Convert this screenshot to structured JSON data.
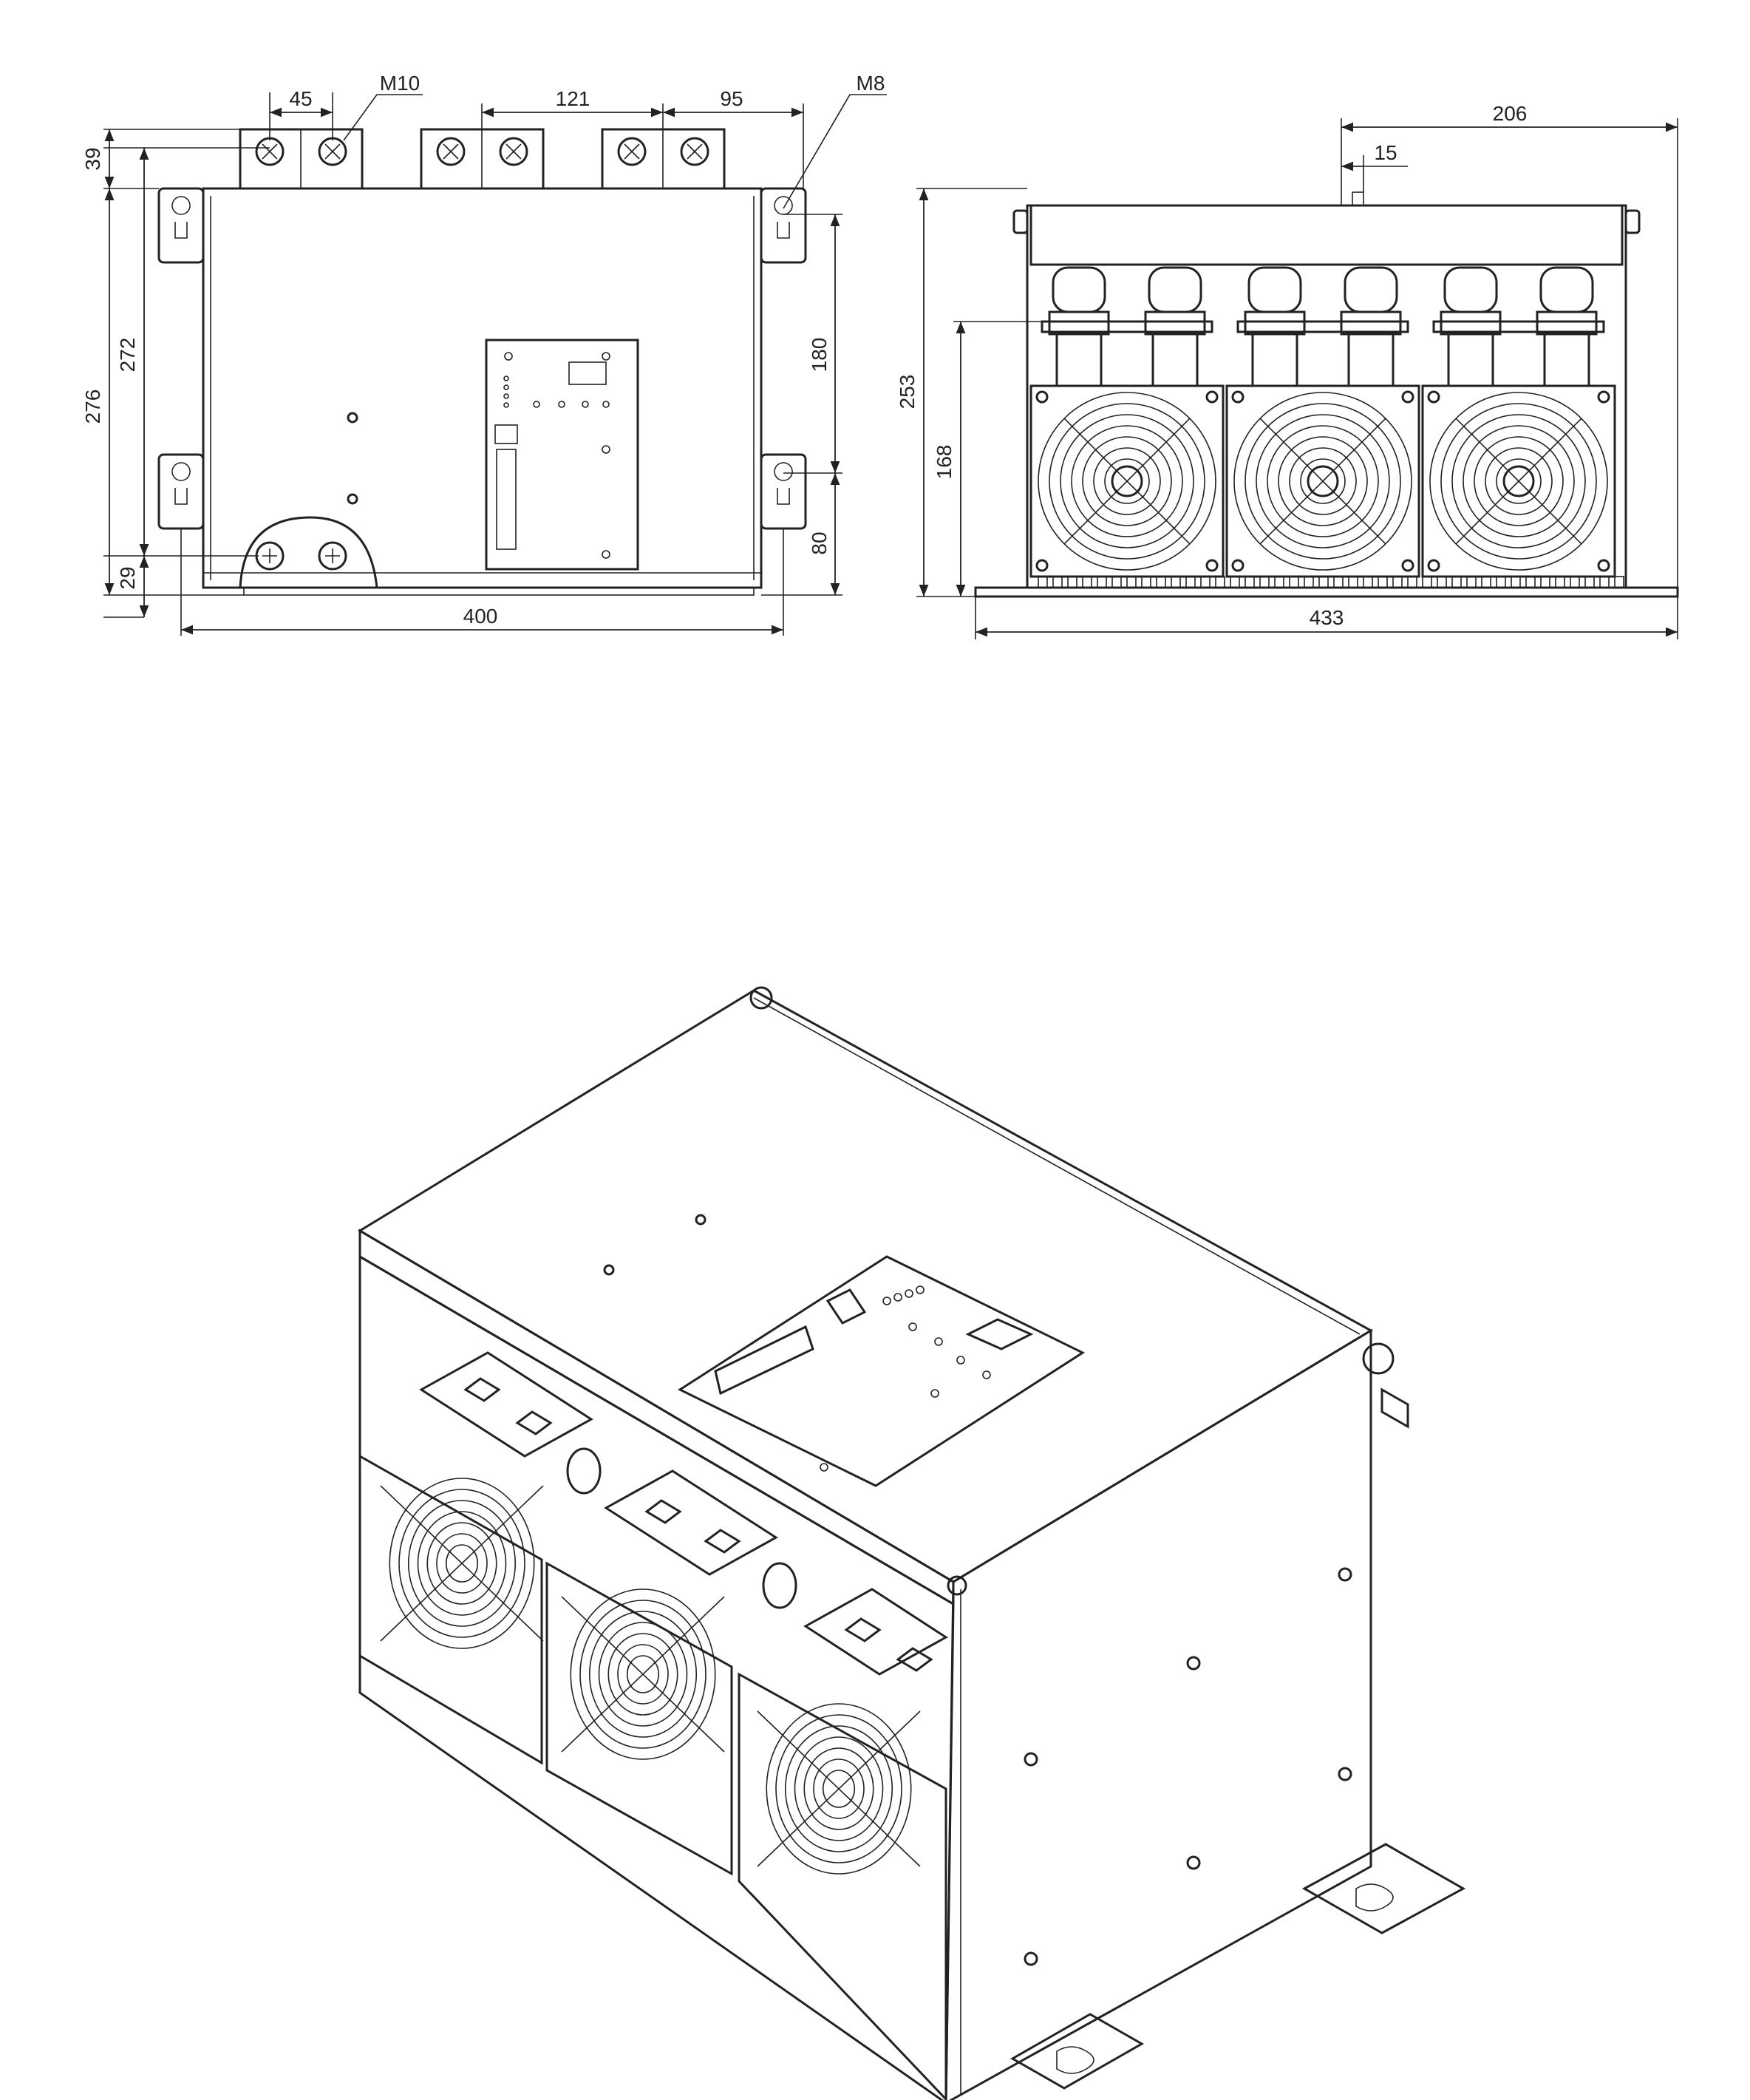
{
  "front_view": {
    "dimensions": {
      "terminal_spacing": "45",
      "terminal_thread": "M10",
      "phase_spacing": "121",
      "phase_offset": "95",
      "mount_thread": "M8",
      "terminal_top": "39",
      "body_height": "272",
      "overall_height": "276",
      "bottom_offset": "29",
      "width": "400",
      "upper_mount": "180",
      "lower_mount": "80"
    }
  },
  "side_view": {
    "dimensions": {
      "depth": "206",
      "stud_offset": "15",
      "overall_height": "253",
      "terminal_height": "168",
      "base_length": "433"
    },
    "fan_count": 3
  },
  "iso_view": {
    "fan_count": 3
  },
  "colors": {
    "line": "#222222",
    "background": "#ffffff"
  }
}
